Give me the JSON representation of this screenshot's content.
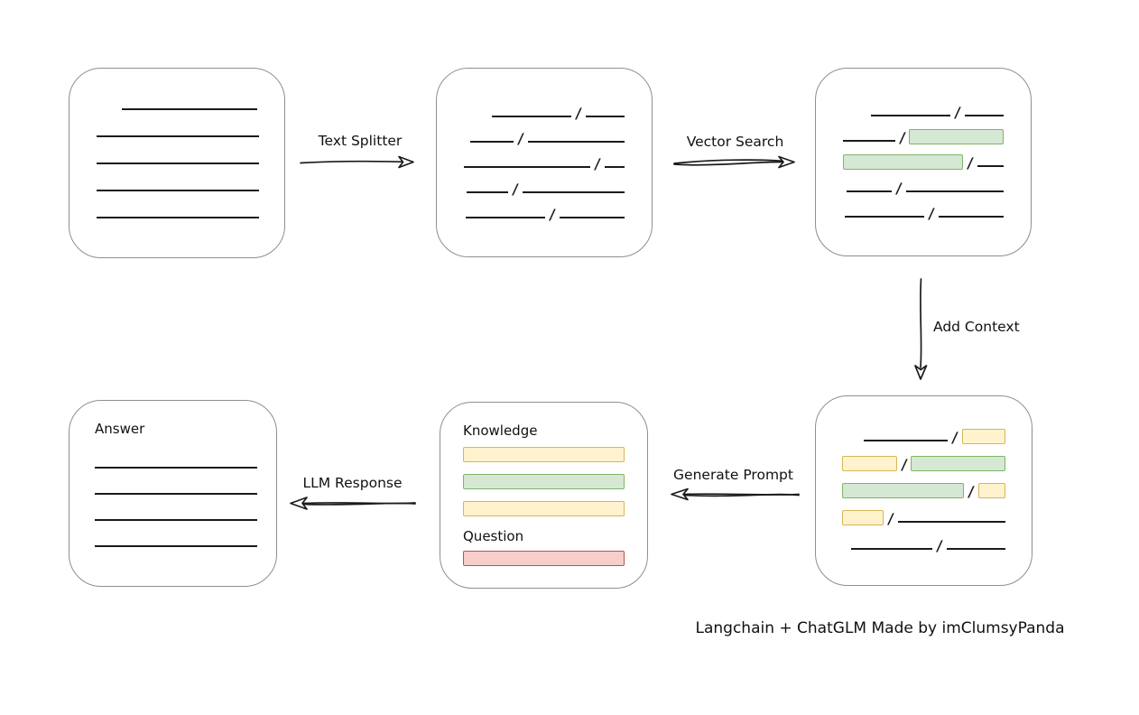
{
  "caption": "Langchain + ChatGLM Made by imClumsyPanda",
  "colors": {
    "stroke": "#1b1b1b",
    "box_border": "#8f8f94",
    "green_fill": "#d5e8d4",
    "green_border": "#82b366",
    "yellow_fill": "#fff2cc",
    "yellow_border": "#d6b656",
    "red_fill": "#f8cecc",
    "red_border": "#b85450"
  },
  "arrows": {
    "text_splitter": {
      "label": "Text Splitter",
      "direction": "right"
    },
    "vector_search": {
      "label": "Vector Search",
      "direction": "right"
    },
    "add_context": {
      "label": "Add Context",
      "direction": "down"
    },
    "generate_prompt": {
      "label": "Generate Prompt",
      "direction": "left"
    },
    "llm_response": {
      "label": "LLM Response",
      "direction": "left"
    }
  },
  "document_box": {
    "lines": [
      {
        "w": 150
      },
      {
        "w": 180
      },
      {
        "w": 180
      },
      {
        "w": 180
      },
      {
        "w": 180
      }
    ]
  },
  "split_box": {
    "rows": [
      [
        {
          "t": "line",
          "w": 88
        },
        {
          "t": "line",
          "w": 43
        }
      ],
      [
        {
          "t": "line",
          "w": 48
        },
        {
          "t": "line",
          "w": 107
        }
      ],
      [
        {
          "t": "line",
          "w": 140
        },
        {
          "t": "line",
          "w": 22
        }
      ],
      [
        {
          "t": "line",
          "w": 46
        },
        {
          "t": "line",
          "w": 113
        }
      ],
      [
        {
          "t": "line",
          "w": 88
        },
        {
          "t": "line",
          "w": 72
        }
      ]
    ]
  },
  "matched_box": {
    "rows": [
      [
        {
          "t": "line",
          "w": 88
        },
        {
          "t": "line",
          "w": 43
        }
      ],
      [
        {
          "t": "line",
          "w": 60
        },
        {
          "t": "green",
          "w": 109
        }
      ],
      [
        {
          "t": "green",
          "w": 138
        },
        {
          "t": "line",
          "w": 30
        }
      ],
      [
        {
          "t": "line",
          "w": 50
        },
        {
          "t": "line",
          "w": 108
        }
      ],
      [
        {
          "t": "line",
          "w": 88
        },
        {
          "t": "line",
          "w": 72
        }
      ]
    ]
  },
  "context_box": {
    "rows": [
      [
        {
          "t": "line",
          "w": 93
        },
        {
          "t": "yellow",
          "w": 48
        }
      ],
      [
        {
          "t": "yellow",
          "w": 62
        },
        {
          "t": "green",
          "w": 107
        }
      ],
      [
        {
          "t": "green",
          "w": 139
        },
        {
          "t": "yellow",
          "w": 31
        }
      ],
      [
        {
          "t": "yellow",
          "w": 46
        },
        {
          "t": "line",
          "w": 119
        }
      ],
      [
        {
          "t": "line",
          "w": 90
        },
        {
          "t": "line",
          "w": 65
        }
      ]
    ]
  },
  "prompt_box": {
    "knowledge_label": "Knowledge",
    "question_label": "Question",
    "knowledge_bars": [
      "yellow",
      "green",
      "yellow"
    ],
    "question_bar": "red"
  },
  "answer_box": {
    "label": "Answer",
    "lines": [
      {
        "w": 180
      },
      {
        "w": 180
      },
      {
        "w": 180
      },
      {
        "w": 180
      }
    ]
  }
}
